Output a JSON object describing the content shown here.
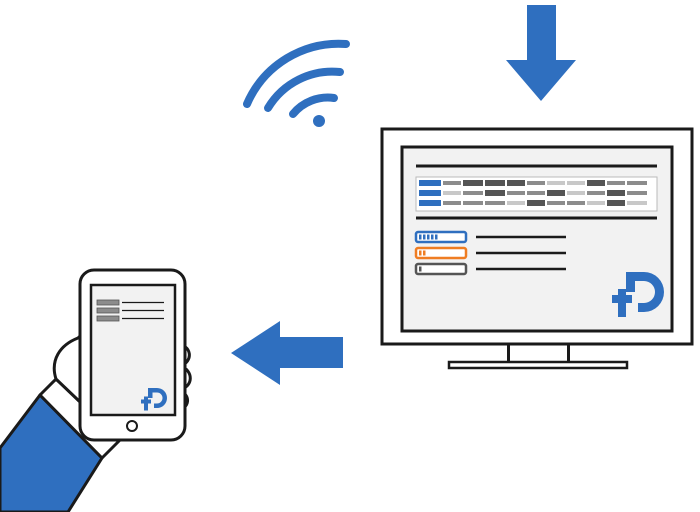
{
  "colors": {
    "brand_blue": "#2f6fbf",
    "orange": "#ef7d22",
    "dark_gray": "#555555",
    "mid_gray": "#8c8c8c",
    "light_gray": "#c8c8c8",
    "screen_fill": "#f2f2f2",
    "outline": "#1a1a1a"
  },
  "icons": {
    "wifi": "wifi-icon",
    "arrow_down": "arrow-down-icon",
    "arrow_left": "arrow-left-icon",
    "logo": "plus-p-logo-icon"
  },
  "monitor": {
    "table_rows": 3,
    "progress_bars": [
      {
        "color": "brand_blue",
        "segments": 5
      },
      {
        "color": "orange",
        "segments": 2
      },
      {
        "color": "dark_gray",
        "segments": 1
      }
    ]
  },
  "phone": {
    "list_rows": 3
  }
}
